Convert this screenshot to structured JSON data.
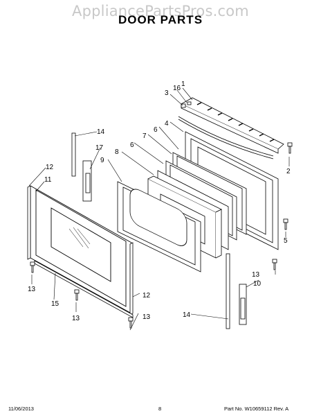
{
  "header": {
    "watermark": "AppliancePartsPros.com",
    "title": "DOOR PARTS"
  },
  "callouts": [
    {
      "id": "c1",
      "label": "1"
    },
    {
      "id": "c2",
      "label": "2"
    },
    {
      "id": "c3",
      "label": "3"
    },
    {
      "id": "c4",
      "label": "4"
    },
    {
      "id": "c5",
      "label": "5"
    },
    {
      "id": "c6a",
      "label": "6"
    },
    {
      "id": "c6b",
      "label": "6"
    },
    {
      "id": "c7",
      "label": "7"
    },
    {
      "id": "c8",
      "label": "8"
    },
    {
      "id": "c9",
      "label": "9"
    },
    {
      "id": "c10",
      "label": "10"
    },
    {
      "id": "c11",
      "label": "11"
    },
    {
      "id": "c12a",
      "label": "12"
    },
    {
      "id": "c12b",
      "label": "12"
    },
    {
      "id": "c13a",
      "label": "13"
    },
    {
      "id": "c13b",
      "label": "13"
    },
    {
      "id": "c13c",
      "label": "13"
    },
    {
      "id": "c13d",
      "label": "13"
    },
    {
      "id": "c14a",
      "label": "14"
    },
    {
      "id": "c14b",
      "label": "14"
    },
    {
      "id": "c15",
      "label": "15"
    },
    {
      "id": "c16",
      "label": "16"
    },
    {
      "id": "c17",
      "label": "17"
    }
  ],
  "footer": {
    "date": "11/06/2013",
    "page": "8",
    "part_number": "Part No. W10659112  Rev. A"
  }
}
